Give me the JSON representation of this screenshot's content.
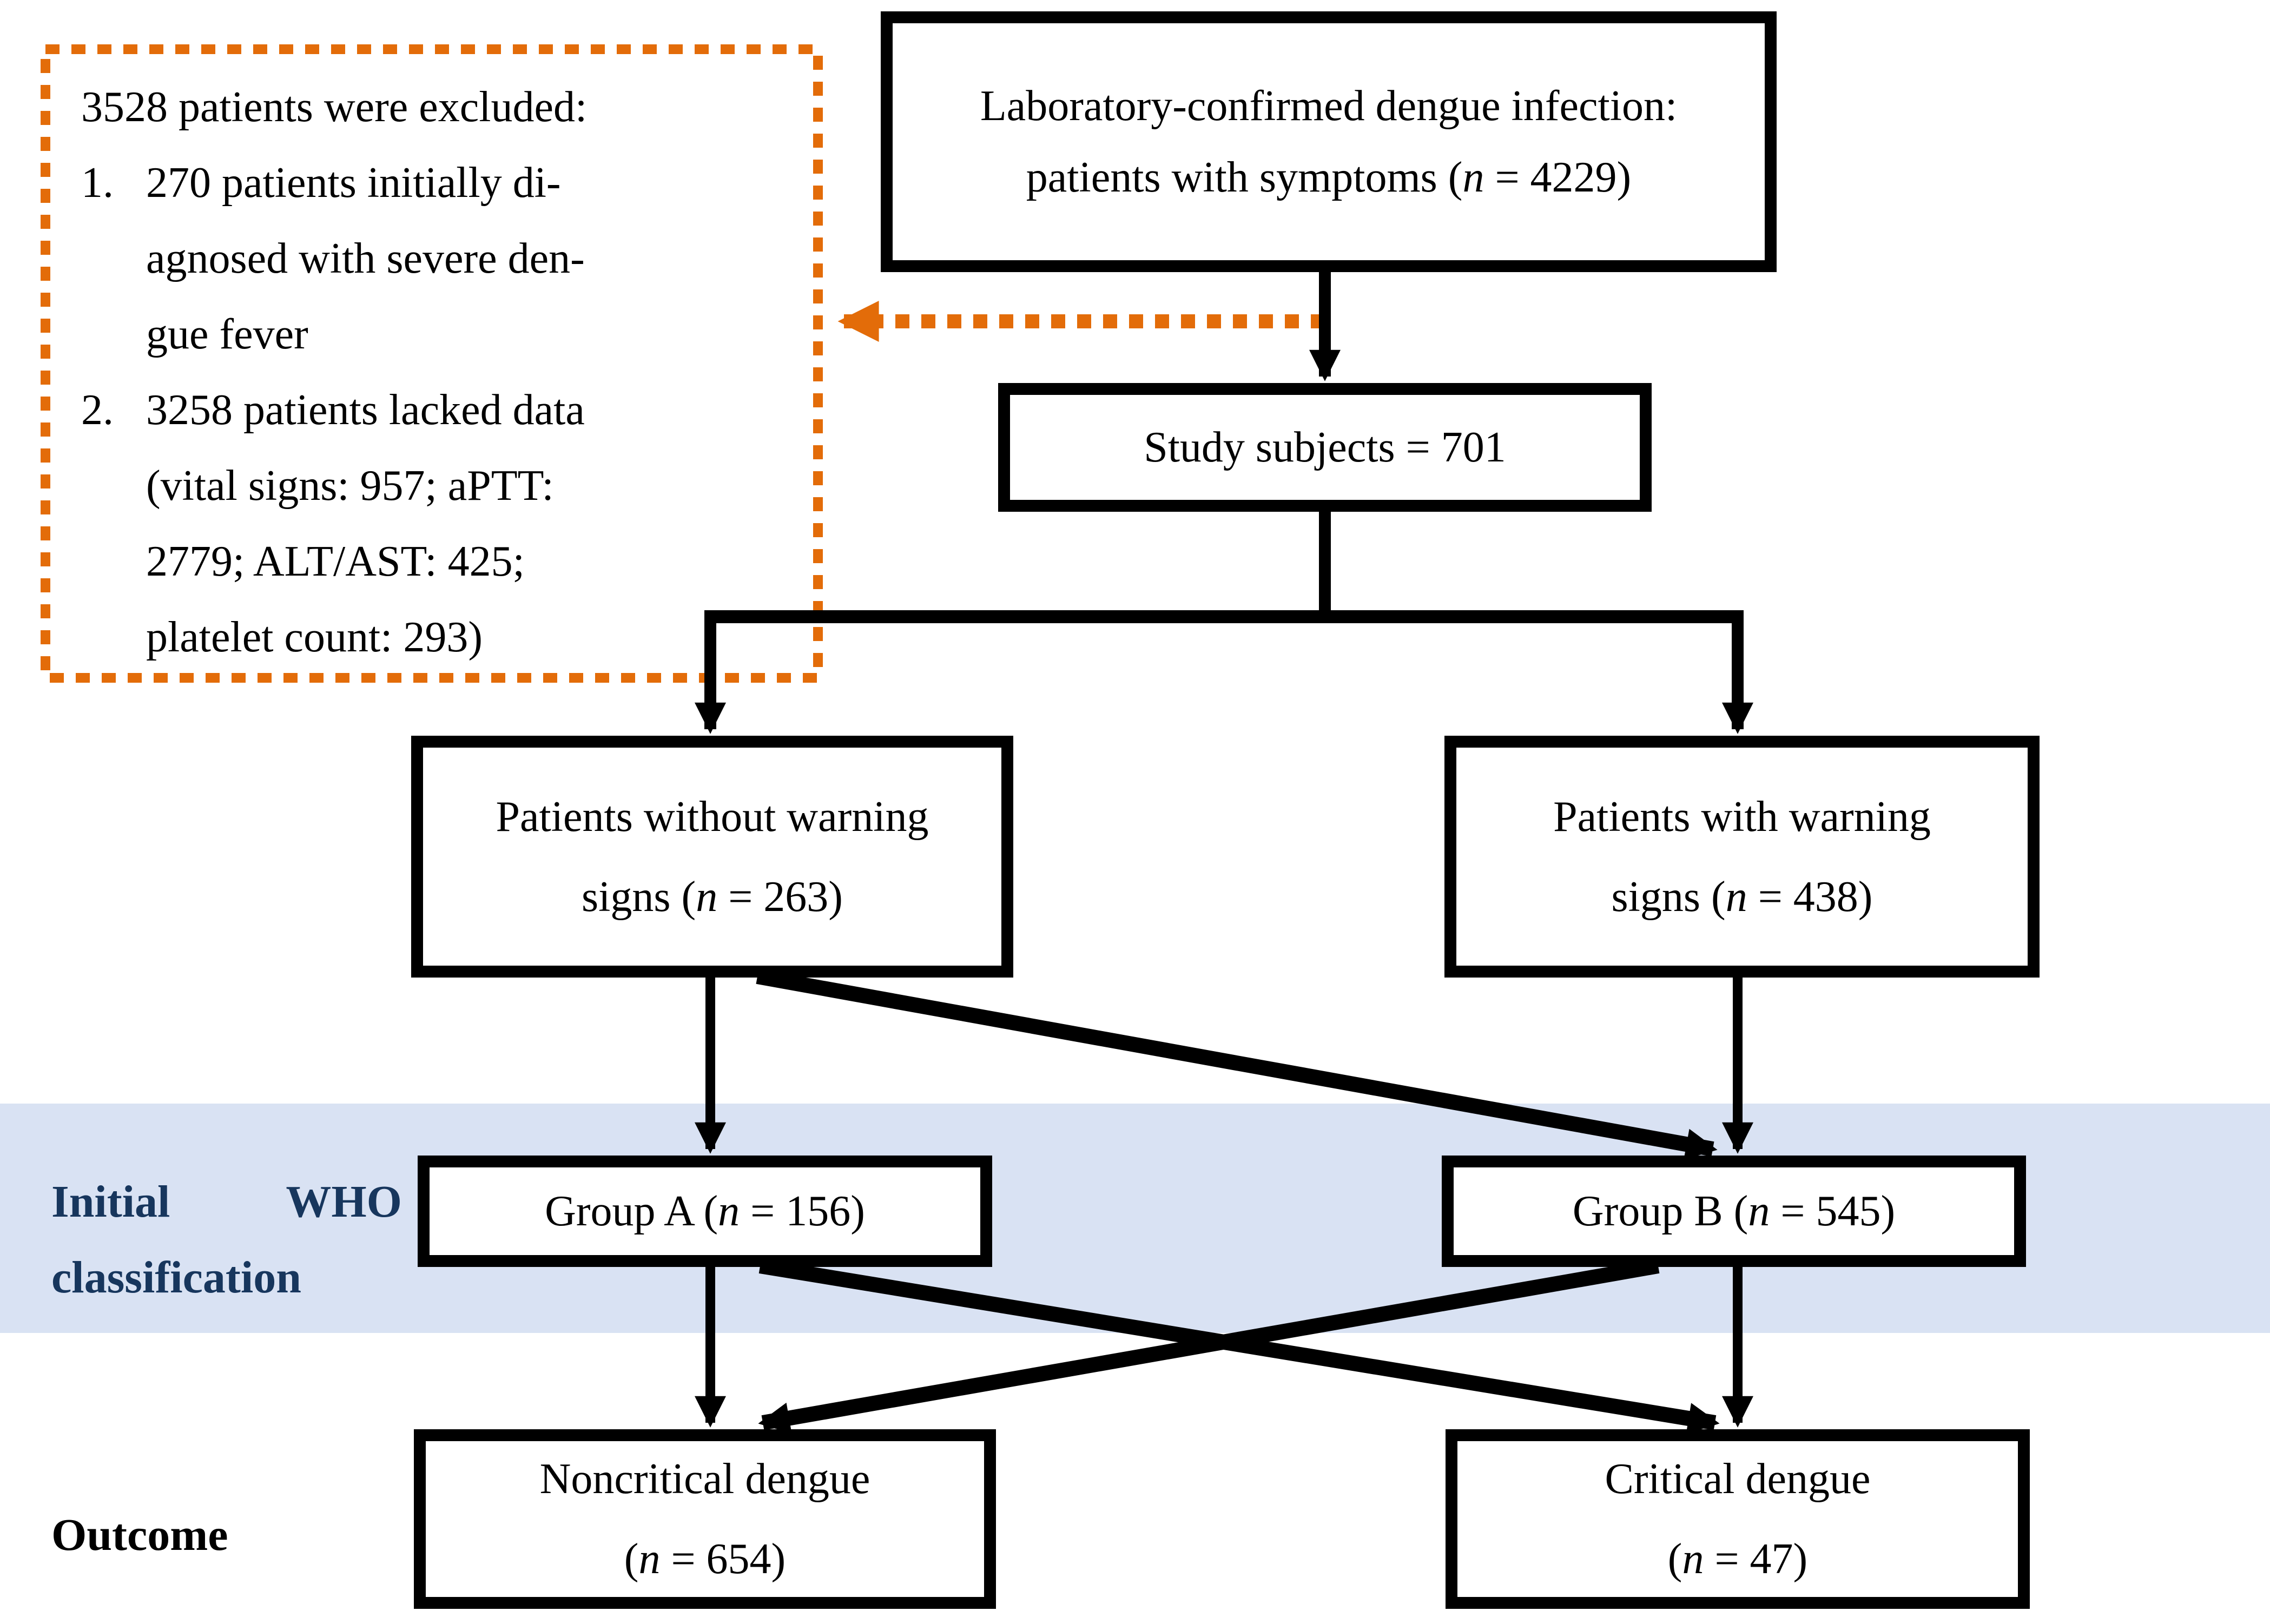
{
  "diagram_title": "Dengue study patient flow diagram",
  "colors": {
    "accent_orange": "#e36c09",
    "band_blue": "#d9e2f3",
    "label_navy": "#17365d",
    "line_black": "#000000"
  },
  "boxes": {
    "top": {
      "line1": "Laboratory-confirmed dengue infection:",
      "line2": "patients with symptoms (n = 4229)"
    },
    "study": {
      "line1": "Study subjects = 701"
    },
    "no_warning": {
      "line1": "Patients without warning",
      "line2": "signs (n = 263)"
    },
    "warning": {
      "line1": "Patients with warning",
      "line2": "signs (n = 438)"
    },
    "group_a": {
      "line1": "Group A (n = 156)"
    },
    "group_b": {
      "line1": "Group B (n = 545)"
    },
    "noncritical": {
      "line1": "Noncritical dengue",
      "line2": "(n = 654)"
    },
    "critical": {
      "line1": "Critical dengue",
      "line2": "(n = 47)"
    }
  },
  "exclusion_box": {
    "lines": [
      {
        "marker": "",
        "text": "3528 patients were excluded:"
      },
      {
        "marker": "1.",
        "text": "270 patients initially di-"
      },
      {
        "marker": "",
        "text": "agnosed with severe den-"
      },
      {
        "marker": "",
        "text": "gue fever"
      },
      {
        "marker": "2.",
        "text": "3258 patients lacked data"
      },
      {
        "marker": "",
        "text": "(vital signs: 957; aPTT:"
      },
      {
        "marker": "",
        "text": "2779; ALT/AST: 425;"
      },
      {
        "marker": "",
        "text": "platelet count: 293)"
      }
    ]
  },
  "labels": {
    "who": "Initial WHO classification",
    "outcome": "Outcome"
  },
  "flow_edges": [
    {
      "from": "Laboratory-confirmed dengue infection",
      "to": "Study subjects = 701",
      "style": "solid-arrow"
    },
    {
      "from": "flow line above Study subjects",
      "to": "3528 patients were excluded",
      "style": "orange-dotted-arrow"
    },
    {
      "from": "Study subjects = 701",
      "to": "Patients without warning signs",
      "style": "solid-arrow"
    },
    {
      "from": "Study subjects = 701",
      "to": "Patients with warning signs",
      "style": "solid-arrow"
    },
    {
      "from": "Patients without warning signs",
      "to": "Group A",
      "style": "solid-arrow"
    },
    {
      "from": "Patients without warning signs",
      "to": "Group B",
      "style": "solid-arrow-diagonal"
    },
    {
      "from": "Patients with warning signs",
      "to": "Group B",
      "style": "solid-arrow"
    },
    {
      "from": "Group A",
      "to": "Noncritical dengue",
      "style": "solid-arrow"
    },
    {
      "from": "Group A",
      "to": "Critical dengue",
      "style": "solid-arrow-diagonal"
    },
    {
      "from": "Group B",
      "to": "Critical dengue",
      "style": "solid-arrow"
    },
    {
      "from": "Group B",
      "to": "Noncritical dengue",
      "style": "solid-arrow-diagonal"
    }
  ]
}
